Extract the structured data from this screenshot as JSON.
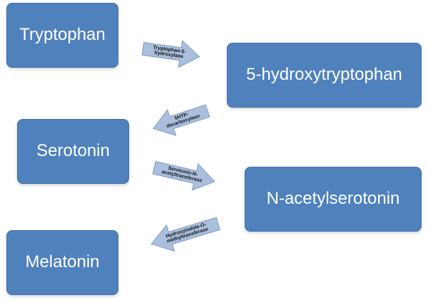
{
  "nodes": {
    "tryptophan": "Tryptophan",
    "hydroxytryptophan": "5-hydroxytryptophan",
    "serotonin": "Serotonin",
    "n_acetylserotonin": "N-acetylserotonin",
    "melatonin": "Melatonin"
  },
  "enzymes": {
    "tryptophan_5_hydroxylase": "Tryptophan-5-\nhydroxylase",
    "htp_decarboxylase": "5HTP-\ndecarboxylase",
    "serotonin_n_acetyltransferase": "Serotonin-N-\nacetyltransferase",
    "hydroxyindole_o_methyltransferase": "Hydroxyindole-O-\nmethyltransferase"
  },
  "colors": {
    "node_fill": "#4f81bd",
    "arrow_fill": "#a9bfdc",
    "text_light": "#ffffff",
    "text_dark": "#111111"
  }
}
